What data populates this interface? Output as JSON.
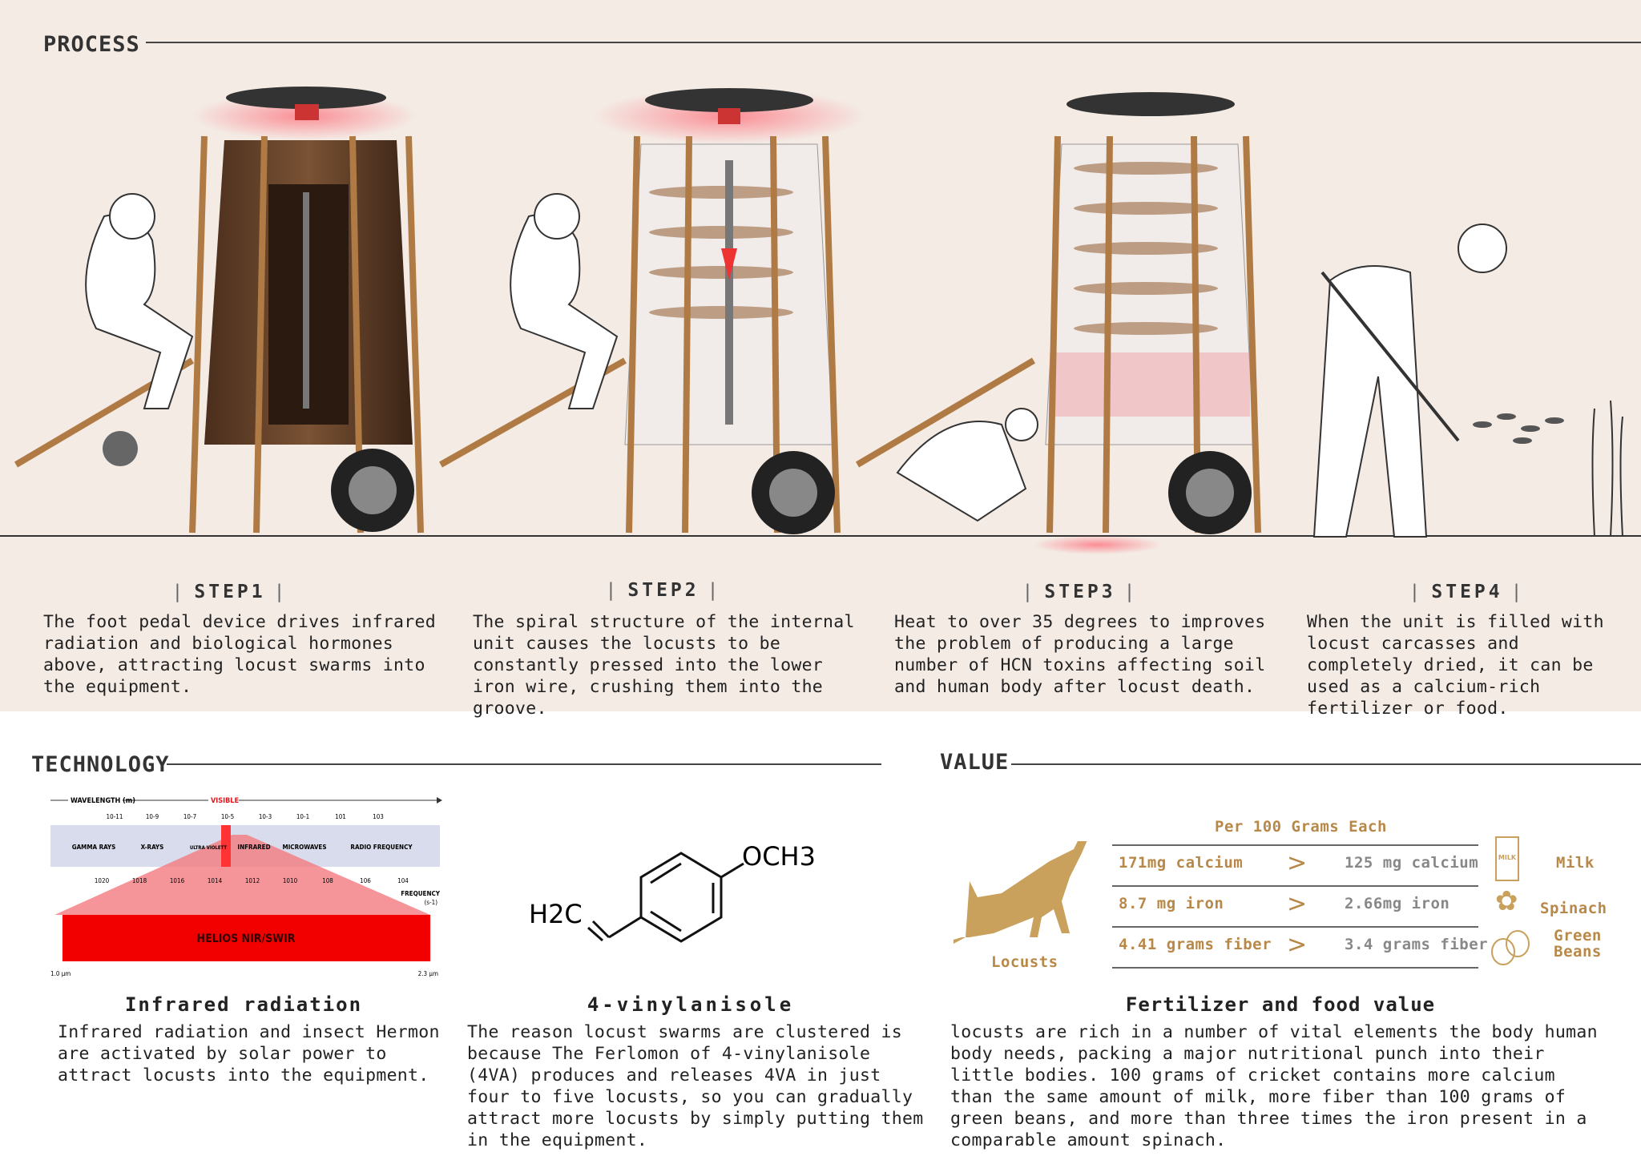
{
  "process": {
    "title": "PROCESS",
    "steps": [
      {
        "label": "STEP1",
        "text": "The foot pedal device drives infrared radiation and biological hormones above, attracting locust swarms into the equipment."
      },
      {
        "label": "STEP2",
        "text": "The spiral structure of the internal unit causes the locusts to be constantly pressed into the lower iron wire, crushing them into the groove."
      },
      {
        "label": "STEP3",
        "text": "Heat to over 35 degrees to improves the problem of producing a large number of HCN toxins affecting soil and human body after locust death."
      },
      {
        "label": "STEP4",
        "text": "When the unit is filled with locust carcasses and completely dried, it can be used as a calcium-rich fertilizer or food."
      }
    ]
  },
  "technology": {
    "title": "TECHNOLOGY",
    "spectrum": {
      "wavelength_label": "WAVELENGTH (m)",
      "visible_label": "VISIBLE",
      "wavelength_ticks": [
        "10-11",
        "10-9",
        "10-7",
        "10-5",
        "10-3",
        "10-1",
        "101",
        "103"
      ],
      "bands": [
        "GAMMA RAYS",
        "X-RAYS",
        "ULTRA VIOLETT",
        "INFRARED",
        "MICROWAVES",
        "RADIO FREQUENCY"
      ],
      "frequency_ticks": [
        "1020",
        "1018",
        "1016",
        "1014",
        "1012",
        "1010",
        "108",
        "106",
        "104"
      ],
      "frequency_label": "FREQUENCY",
      "frequency_unit": "(s-1)",
      "band_highlight": "HELIOS NIR/SWIR",
      "range_min": "1.0 µm",
      "range_max": "2.3 µm"
    },
    "molecule": {
      "left_group": "H2C",
      "right_group": "OCH3"
    },
    "items": [
      {
        "heading": "Infrared radiation",
        "text": "Infrared radiation and insect Hermon are activated by solar power to attract locusts into the equipment."
      },
      {
        "heading": "4-vinylanisole",
        "text": "The reason locust swarms are clustered is because The Ferlomon of 4-vinylanisole (4VA) produces and releases 4VA in just four to five locusts, so you can gradually attract more locusts by simply putting them in the equipment."
      }
    ]
  },
  "value": {
    "title": "VALUE",
    "table_title": "Per 100 Grams Each",
    "subject": "Locusts",
    "comparator": ">",
    "rows": [
      {
        "locust": "171mg calcium",
        "other": "125 mg calcium",
        "food": "Milk",
        "icon": "milk-carton-icon",
        "icon_text": "MILK"
      },
      {
        "locust": "8.7 mg iron",
        "other": "2.66mg iron",
        "food": "Spinach",
        "icon": "spinach-leaf-icon"
      },
      {
        "locust": "4.41 grams fiber",
        "other": "3.4 grams fiber",
        "food": "Green Beans",
        "icon": "beans-icon"
      }
    ],
    "heading": "Fertilizer and food value",
    "text": "locusts are rich in a number of vital elements the body human body needs, packing a major nutritional punch into their little bodies. 100 grams of cricket contains more calcium than the same amount of milk, more fiber than 100 grams of green beans, and more than three times the iron present in a comparable amount spinach."
  },
  "colors": {
    "accent": "#b88848",
    "bg": "#f4ebe5",
    "red": "#e8141c"
  }
}
